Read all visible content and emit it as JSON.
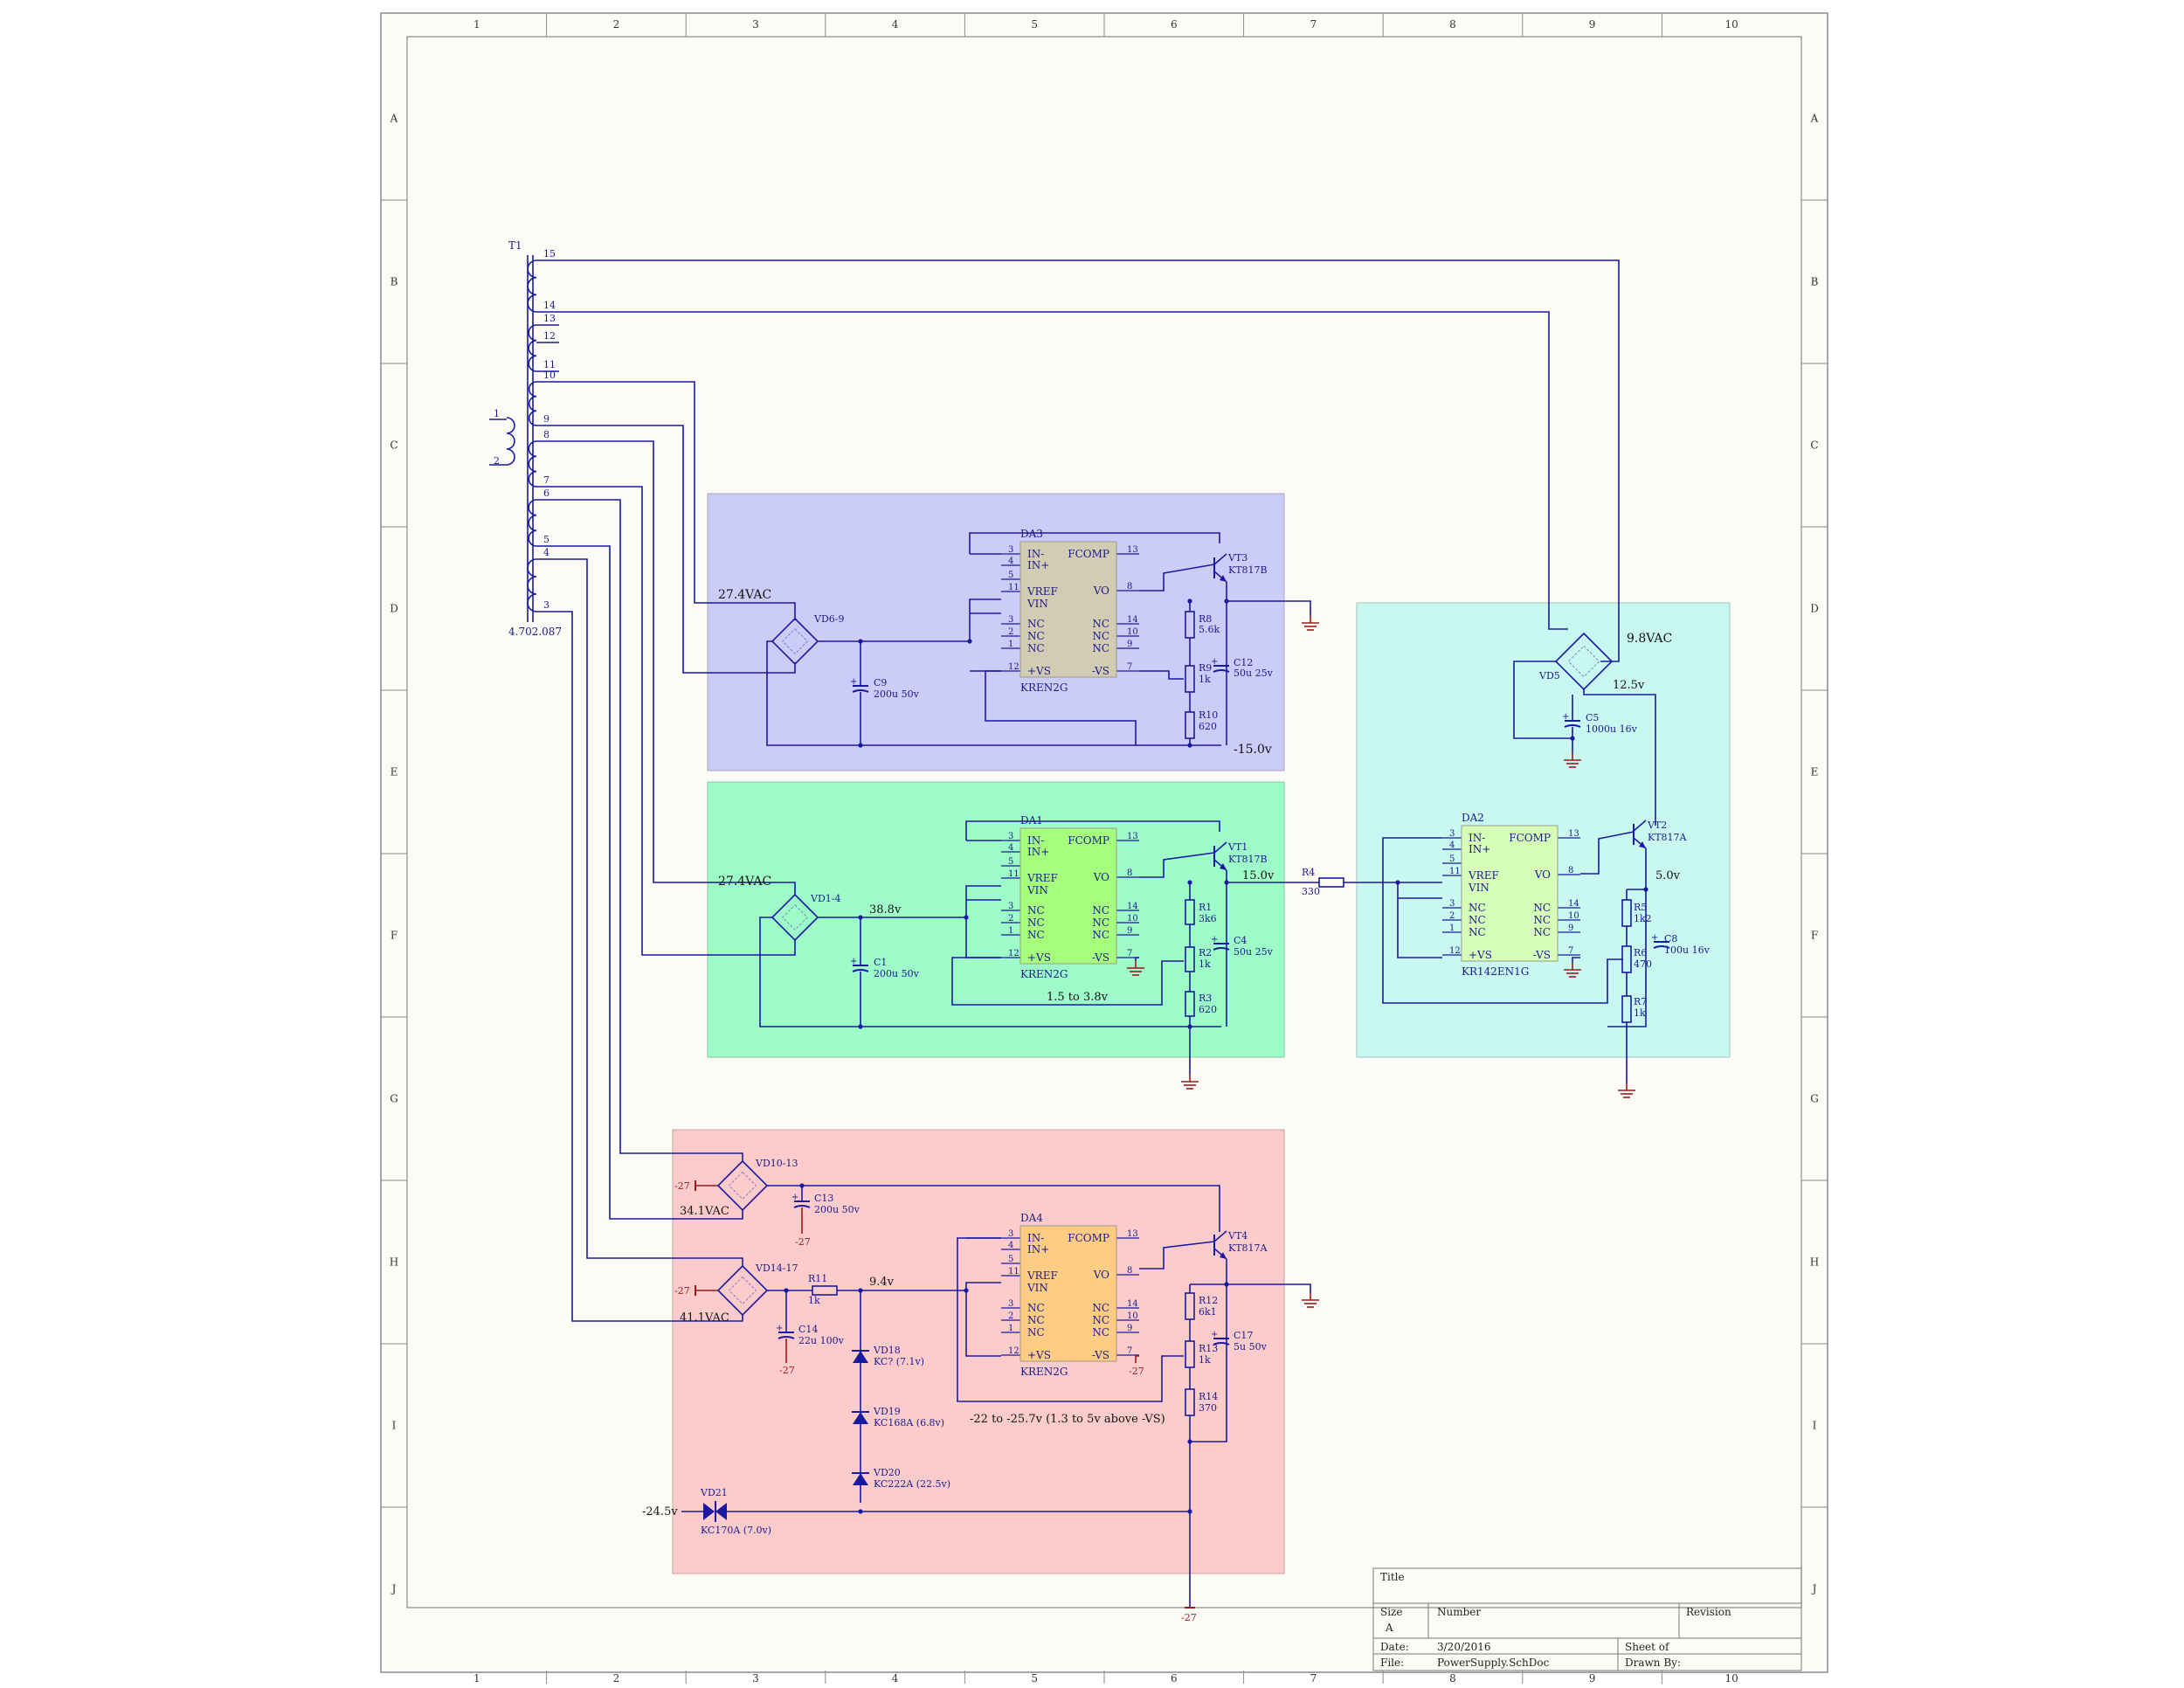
{
  "frame": {
    "columns": [
      "1",
      "2",
      "3",
      "4",
      "5",
      "6",
      "7",
      "8",
      "9",
      "10"
    ],
    "rows": [
      "A",
      "B",
      "C",
      "D",
      "E",
      "F",
      "G",
      "H",
      "I",
      "J"
    ],
    "colors": {
      "paper": "#fdfbf5",
      "border": "#8a8a8a",
      "wire": "#1a1aa0",
      "text": "#1a1a8c",
      "ground": "#9a1a1a",
      "chip_cut": "#d2ccb2",
      "chip_green": "#a6ff7c",
      "chip_lime": "#d6ffb8",
      "chip_orange": "#ffcc84"
    }
  },
  "transformer": {
    "ref": "T1",
    "part": "4.702.087",
    "primary_pins": [
      "1",
      "2"
    ],
    "secondary_pins": [
      "15",
      "14",
      "13",
      "12",
      "11",
      "10",
      "9",
      "8",
      "7",
      "6",
      "5",
      "4",
      "3"
    ]
  },
  "blocks": {
    "neg15": {
      "color": "#ccccf8",
      "ac_label": "27.4VAC",
      "bridge": "VD6-9",
      "cap": {
        "ref": "C9",
        "value": "200u 50v"
      },
      "ic": {
        "ref": "DA3",
        "part": "KREN2G"
      },
      "transistor": {
        "ref": "VT3",
        "part": "KT817B"
      },
      "resistors": [
        {
          "ref": "R8",
          "value": "5.6k"
        },
        {
          "ref": "R9",
          "value": "1k"
        },
        {
          "ref": "R10",
          "value": "620"
        }
      ],
      "out_cap": {
        "ref": "C12",
        "value": "50u 25v"
      },
      "out_label": "-15.0v"
    },
    "pos15": {
      "color": "#9efcc8",
      "ac_label": "27.4VAC",
      "bridge": "VD1-4",
      "dc_label": "38.8v",
      "cap": {
        "ref": "C1",
        "value": "200u 50v"
      },
      "ic": {
        "ref": "DA1",
        "part": "KREN2G"
      },
      "transistor": {
        "ref": "VT1",
        "part": "KT817B"
      },
      "resistors": [
        {
          "ref": "R1",
          "value": "3k6"
        },
        {
          "ref": "R2",
          "value": "1k"
        },
        {
          "ref": "R3",
          "value": "620"
        }
      ],
      "out_cap": {
        "ref": "C4",
        "value": "50u 25v"
      },
      "adj_label": "1.5 to 3.8v",
      "out_label": "15.0v",
      "series_res": {
        "ref": "R4",
        "value": "330"
      }
    },
    "pos5": {
      "color": "#c8f8f0",
      "ac_label": "9.8VAC",
      "bridge": "VD5",
      "dc_label": "12.5v",
      "cap": {
        "ref": "C5",
        "value": "1000u 16v"
      },
      "ic": {
        "ref": "DA2",
        "part": "KR142EN1G"
      },
      "transistor": {
        "ref": "VT2",
        "part": "KT817A"
      },
      "resistors": [
        {
          "ref": "R5",
          "value": "1k2"
        },
        {
          "ref": "R6",
          "value": "470"
        },
        {
          "ref": "R7",
          "value": "1k"
        }
      ],
      "out_cap": {
        "ref": "C8",
        "value": "100u 16v"
      },
      "out_label": "5.0v"
    },
    "neg27": {
      "color": "#fccccc",
      "rail1": {
        "bridge": "VD10-13",
        "ac_label": "34.1VAC",
        "cap": {
          "ref": "C13",
          "value": "200u 50v"
        }
      },
      "rail2": {
        "bridge": "VD14-17",
        "ac_label": "41.1VAC",
        "cap": {
          "ref": "C14",
          "value": "22u 100v"
        }
      },
      "neg_label": "-27",
      "res": {
        "ref": "R11",
        "value": "1k"
      },
      "dc_label": "9.4v",
      "ic": {
        "ref": "DA4",
        "part": "KREN2G"
      },
      "transistor": {
        "ref": "VT4",
        "part": "KT817A"
      },
      "resistors": [
        {
          "ref": "R12",
          "value": "6k1"
        },
        {
          "ref": "R13",
          "value": "1k"
        },
        {
          "ref": "R14",
          "value": "370"
        }
      ],
      "out_cap": {
        "ref": "C17",
        "value": "5u 50v"
      },
      "zeners": [
        {
          "ref": "VD18",
          "part": "KC? (7.1v)"
        },
        {
          "ref": "VD19",
          "part": "KC168A (6.8v)"
        },
        {
          "ref": "VD20",
          "part": "KC222A (22.5v)"
        }
      ],
      "adj_label": "-22 to -25.7v (1.3 to 5v above -VS)",
      "vd21": {
        "ref": "VD21",
        "part": "KC170A (7.0v)",
        "label": "-24.5v"
      },
      "bottom_label": "-27"
    }
  },
  "ic_pins": {
    "left": [
      [
        "3",
        "IN-"
      ],
      [
        "4",
        "IN+"
      ],
      [
        "5",
        ""
      ],
      [
        "11",
        "VREF"
      ],
      [
        "",
        "VIN"
      ],
      [
        "3",
        "NC"
      ],
      [
        "2",
        "NC"
      ],
      [
        "1",
        "NC"
      ],
      [
        "12",
        "+VS"
      ]
    ],
    "right": [
      [
        "13",
        "FCOMP"
      ],
      [
        "8",
        "VO"
      ],
      [
        "14",
        "NC"
      ],
      [
        "10",
        "NC"
      ],
      [
        "9",
        "NC"
      ],
      [
        "7",
        "-VS"
      ]
    ]
  },
  "title_block": {
    "title_label": "Title",
    "size_label": "Size",
    "size_value": "A",
    "number_label": "Number",
    "revision_label": "Revision",
    "date_label": "Date:",
    "date_value": "3/20/2016",
    "file_label": "File:",
    "file_value": "PowerSupply.SchDoc",
    "sheet_label": "Sheet    of",
    "drawn_label": "Drawn By:"
  }
}
